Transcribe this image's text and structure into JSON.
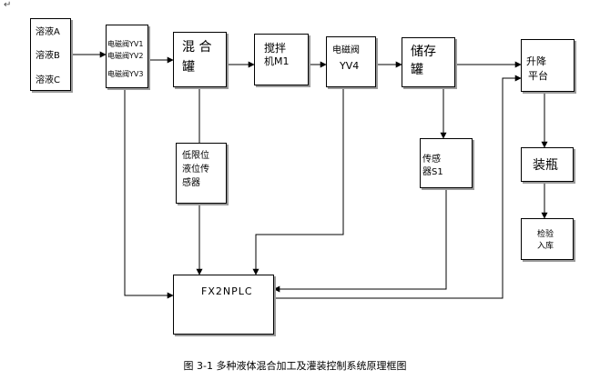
{
  "corner_mark": "↵",
  "blocks": {
    "solutions": {
      "a": "溶液A",
      "b": "溶液B",
      "c": "溶液C"
    },
    "valves": {
      "yv1": "电磁阀YV1",
      "yv2": "电磁阀YV2",
      "yv3": "电磁阀YV3"
    },
    "mix_tank": {
      "line1": "混 合",
      "line2": "罐"
    },
    "mixer": {
      "line1": "搅拌",
      "line2": "机M1"
    },
    "valve_yv4": {
      "line1": "电磁阀",
      "line2": "YV4"
    },
    "storage_tank": {
      "line1": "储存",
      "line2": "罐"
    },
    "lift_platform": {
      "line1": "升降",
      "line2": "平台"
    },
    "low_level_sensor": {
      "line1": "低限位",
      "line2": "液位传",
      "line3": "感器"
    },
    "sensor_s1": {
      "line1": "传感",
      "line2": "器S1"
    },
    "bottling": {
      "label": "装瓶"
    },
    "inspect_store": {
      "line1": "检验",
      "line2": "入库"
    },
    "plc": {
      "label": "FX2NPLC"
    }
  },
  "caption": "图 3-1 多种液体混合加工及灌装控制系统原理框图"
}
